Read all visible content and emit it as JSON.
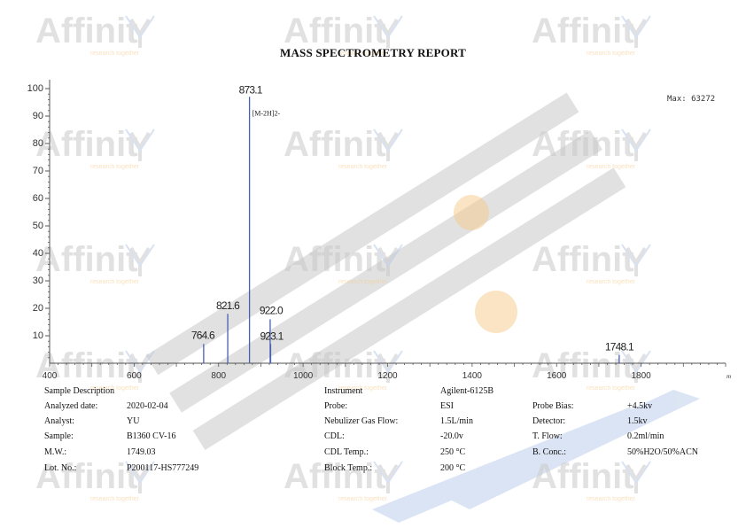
{
  "report": {
    "title": "MASS SPECTROMETRY REPORT"
  },
  "watermark": {
    "brand": "Affinity",
    "tagline": "research together"
  },
  "colors": {
    "peak": "#4a5fb0",
    "axis": "#555555",
    "watermark_gray": "#c9c9c9",
    "watermark_orange": "#f6c98a",
    "watermark_blue": "#b9cbea"
  },
  "chart_data": {
    "type": "bar",
    "xlim": [
      400,
      2000
    ],
    "ylim": [
      0,
      100
    ],
    "x_ticks": [
      400,
      600,
      800,
      1000,
      1200,
      1400,
      1600,
      1800
    ],
    "y_ticks": [
      10,
      20,
      30,
      40,
      50,
      60,
      70,
      80,
      90,
      100
    ],
    "x_unit_mark": "m",
    "max_label": "Max: 63272",
    "peaks": [
      {
        "mz": 764.6,
        "intensity": 7,
        "label": "764.6"
      },
      {
        "mz": 821.6,
        "intensity": 18,
        "label": "821.6"
      },
      {
        "mz": 873.1,
        "intensity": 97,
        "label": "873.1",
        "annotation": "[M-2H]2-"
      },
      {
        "mz": 922.0,
        "intensity": 16,
        "label": "922.0"
      },
      {
        "mz": 923.1,
        "intensity": 7,
        "label": "923.1"
      },
      {
        "mz": 1748.1,
        "intensity": 3,
        "label": "1748.1"
      }
    ]
  },
  "sample": {
    "heading": "Sample Description",
    "rows": [
      {
        "label": "Analyzed date:",
        "value": "2020-02-04"
      },
      {
        "label": "Analyst:",
        "value": "YU"
      },
      {
        "label": "Sample:",
        "value": "B1360 CV-16"
      },
      {
        "label": "M.W.:",
        "value": "1749.03"
      },
      {
        "label": "Lot. No.:",
        "value": "P200117-HS777249"
      }
    ]
  },
  "instrument": {
    "heading": "Instrument",
    "name": "Agilent-6125B",
    "rows": [
      {
        "label": "Probe:",
        "value": "ESI"
      },
      {
        "label": "Nebulizer Gas Flow:",
        "value": "1.5L/min"
      },
      {
        "label": "CDL:",
        "value": "-20.0v"
      },
      {
        "label": "CDL Temp.:",
        "value": "250 °C"
      },
      {
        "label": "Block Temp.:",
        "value": "200 °C"
      }
    ]
  },
  "settings": {
    "rows": [
      {
        "label": "Probe Bias:",
        "value": "+4.5kv"
      },
      {
        "label": "Detector:",
        "value": "1.5kv"
      },
      {
        "label": "T. Flow:",
        "value": "0.2ml/min"
      },
      {
        "label": "B. Conc.:",
        "value": "50%H2O/50%ACN"
      }
    ]
  }
}
